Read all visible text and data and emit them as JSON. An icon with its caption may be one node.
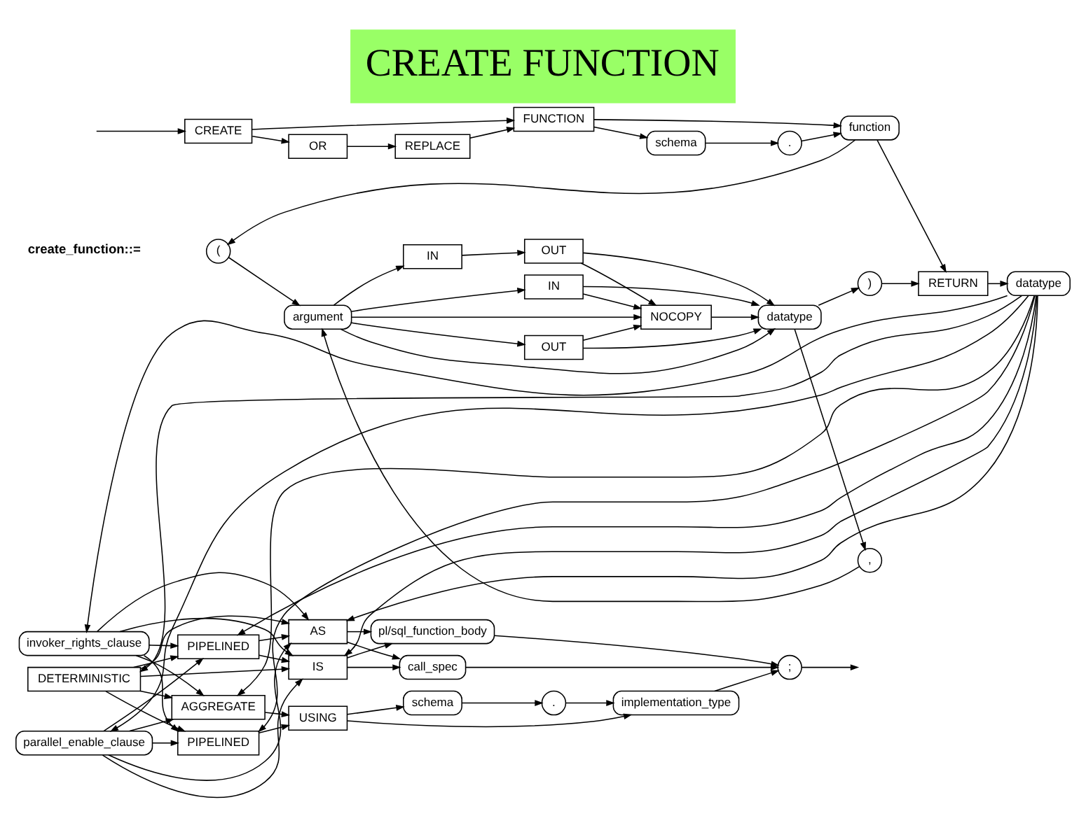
{
  "diagram": {
    "title": "CREATE FUNCTION",
    "nodes": [
      {
        "text": [
          "CREATE"
        ]
      },
      {
        "text": [
          "OR"
        ]
      },
      {
        "text": [
          "REPLACE"
        ]
      },
      {
        "text": [
          "FUNCTION"
        ]
      },
      {
        "text": [
          "schema"
        ]
      },
      {
        "text": [
          "."
        ]
      },
      {
        "text": [
          "function"
        ]
      },
      {
        "text": [
          "("
        ]
      },
      {
        "text": [
          "argument"
        ]
      },
      {
        "text": [
          "IN"
        ]
      },
      {
        "text": [
          "OUT"
        ]
      },
      {
        "text": [
          "IN"
        ]
      },
      {
        "text": [
          "OUT"
        ]
      },
      {
        "text": [
          "NOCOPY"
        ]
      },
      {
        "text": [
          "datatype"
        ]
      },
      {
        "text": [
          ","
        ]
      },
      {
        "text": [
          ")"
        ]
      },
      {
        "text": [
          "RETURN"
        ]
      },
      {
        "text": [
          "datatype"
        ]
      },
      {
        "text": [
          "invoker_rights_clause"
        ]
      },
      {
        "text": [
          "DETERMINISTIC"
        ]
      },
      {
        "text": [
          "parallel_enable_clause"
        ]
      },
      {
        "text": [
          "AGGREGATE"
        ]
      },
      {
        "text": [
          "PIPELINED"
        ]
      },
      {
        "text": [
          "USING"
        ]
      },
      {
        "text": [
          "schema"
        ]
      },
      {
        "text": [
          "."
        ]
      },
      {
        "text": [
          "implementation_type"
        ]
      },
      {
        "text": [
          "PIPELINED"
        ]
      },
      {
        "text": [
          "IS"
        ]
      },
      {
        "text": [
          "AS"
        ]
      },
      {
        "text": [
          "pl/sql_function_body"
        ]
      },
      {
        "text": [
          "call_spec"
        ]
      },
      {
        "text": [
          ";"
        ]
      }
    ],
    "edges": [
      {
        "from": null,
        "to": 0,
        "arrow": "to"
      },
      {
        "from": 0,
        "to": 1,
        "arrow": "to"
      },
      {
        "from": 0,
        "to": 3,
        "arrow": "to"
      },
      {
        "from": 1,
        "to": 2,
        "arrow": "to"
      },
      {
        "from": 2,
        "to": 3,
        "arrow": "to"
      },
      {
        "from": 3,
        "to": 4,
        "arrow": "to"
      },
      {
        "from": 3,
        "to": 6,
        "arrow": "to"
      },
      {
        "from": 4,
        "to": 5,
        "arrow": "to"
      },
      {
        "from": 5,
        "to": 6,
        "arrow": "to"
      },
      {
        "from": 6,
        "to": 7,
        "arrow": "to"
      },
      {
        "from": 6,
        "to": 17,
        "arrow": "to"
      },
      {
        "from": 7,
        "to": 8,
        "arrow": "to"
      },
      {
        "from": 8,
        "to": 9,
        "arrow": "to"
      },
      {
        "from": 8,
        "to": 10,
        "arrow": "to"
      },
      {
        "from": 8,
        "to": 11,
        "arrow": "to"
      },
      {
        "from": 8,
        "to": 13,
        "arrow": "to"
      },
      {
        "from": 8,
        "to": 14,
        "arrow": "to"
      },
      {
        "from": 11,
        "to": 12,
        "arrow": "to"
      },
      {
        "from": 9,
        "to": 13,
        "arrow": "to"
      },
      {
        "from": 9,
        "to": 14,
        "arrow": "to"
      },
      {
        "from": 10,
        "to": 13,
        "arrow": "to"
      },
      {
        "from": 10,
        "to": 14,
        "arrow": "to"
      },
      {
        "from": 12,
        "to": 13,
        "arrow": "to"
      },
      {
        "from": 12,
        "to": 14,
        "arrow": "to"
      },
      {
        "from": 13,
        "to": 14,
        "arrow": "to"
      },
      {
        "from": 14,
        "to": 15,
        "arrow": "to"
      },
      {
        "from": 15,
        "to": 8,
        "arrow": "to"
      },
      {
        "from": 14,
        "to": 16,
        "arrow": "to"
      },
      {
        "from": 16,
        "to": 17,
        "arrow": "to"
      },
      {
        "from": 17,
        "to": 18,
        "arrow": "to"
      },
      {
        "from": 18,
        "to": 19,
        "arrow": "to"
      },
      {
        "from": 18,
        "to": 20,
        "arrow": "to"
      },
      {
        "from": 18,
        "to": 21,
        "arrow": "to"
      },
      {
        "from": 18,
        "to": 22,
        "arrow": "to"
      },
      {
        "from": 18,
        "to": 23,
        "arrow": "to"
      },
      {
        "from": 18,
        "to": 28,
        "arrow": "to"
      },
      {
        "from": 18,
        "to": 29,
        "arrow": "to"
      },
      {
        "from": 18,
        "to": 30,
        "arrow": "to"
      },
      {
        "from": 19,
        "to": 22,
        "arrow": "to"
      },
      {
        "from": 19,
        "to": 23,
        "arrow": "to"
      },
      {
        "from": 19,
        "to": 28,
        "arrow": "to"
      },
      {
        "from": 19,
        "to": 29,
        "arrow": "to"
      },
      {
        "from": 19,
        "to": 30,
        "arrow": "to"
      },
      {
        "from": 20,
        "to": 22,
        "arrow": "to"
      },
      {
        "from": 20,
        "to": 23,
        "arrow": "to"
      },
      {
        "from": 20,
        "to": 28,
        "arrow": "to"
      },
      {
        "from": 20,
        "to": 29,
        "arrow": "to"
      },
      {
        "from": 20,
        "to": 30,
        "arrow": "to"
      },
      {
        "from": 21,
        "to": 22,
        "arrow": "to"
      },
      {
        "from": 21,
        "to": 23,
        "arrow": "to"
      },
      {
        "from": 21,
        "to": 28,
        "arrow": "to"
      },
      {
        "from": 21,
        "to": 29,
        "arrow": "to"
      },
      {
        "from": 21,
        "to": 30,
        "arrow": "to"
      },
      {
        "from": 22,
        "to": 24,
        "arrow": "to"
      },
      {
        "from": 23,
        "to": 24,
        "arrow": "to"
      },
      {
        "from": 24,
        "to": 25,
        "arrow": "to"
      },
      {
        "from": 24,
        "to": 27,
        "arrow": "to"
      },
      {
        "from": 25,
        "to": 26,
        "arrow": "to"
      },
      {
        "from": 26,
        "to": 27,
        "arrow": "to"
      },
      {
        "from": 27,
        "to": 33,
        "arrow": "to"
      },
      {
        "from": 28,
        "to": 29,
        "arrow": "to"
      },
      {
        "from": 28,
        "to": 30,
        "arrow": "to"
      },
      {
        "from": 29,
        "to": 31,
        "arrow": "to"
      },
      {
        "from": 29,
        "to": 32,
        "arrow": "to"
      },
      {
        "from": 30,
        "to": 31,
        "arrow": "to"
      },
      {
        "from": 30,
        "to": 32,
        "arrow": "to"
      },
      {
        "from": 31,
        "to": 33,
        "arrow": "to"
      },
      {
        "from": 32,
        "to": 33,
        "arrow": "to"
      },
      {
        "from": 33,
        "to": null,
        "arrow": "to"
      }
    ],
    "labels": [
      "create_function::="
    ]
  }
}
